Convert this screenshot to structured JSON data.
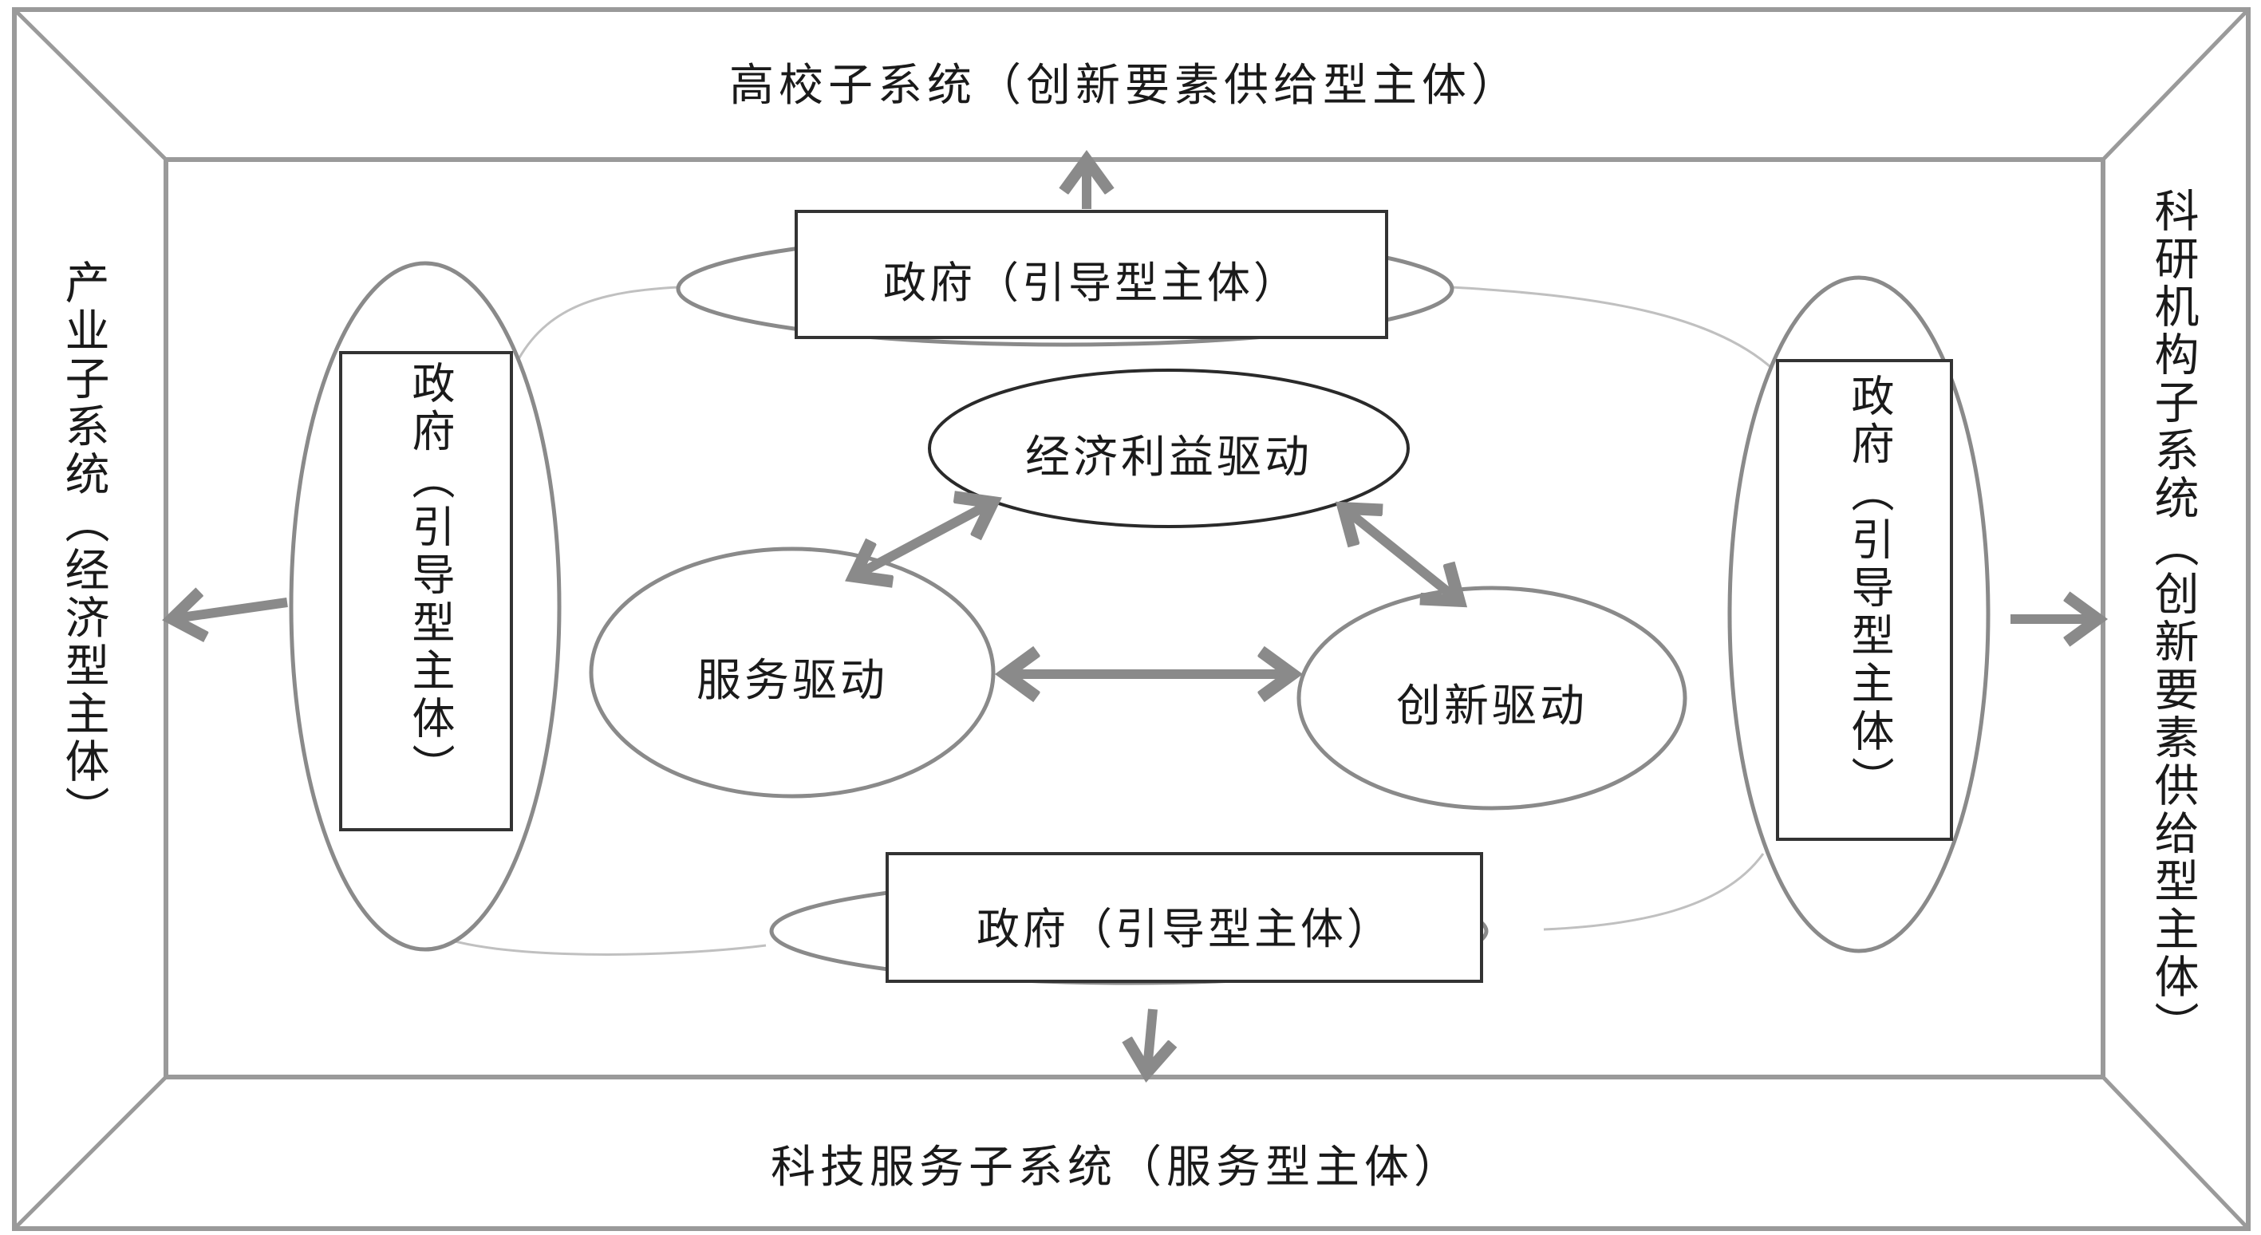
{
  "colors": {
    "frame": "#9a9a9a",
    "arrow": "#8a8a8a",
    "box": "#333333",
    "thin_line": "#b8b8b8",
    "text": "#1a1a1a"
  },
  "subsystems": {
    "top": "高校子系统（创新要素供给型主体）",
    "left": "产业子系统（经济型主体）",
    "right": "科研机构子系统（创新要素供给型主体）",
    "bottom": "科技服务子系统（服务型主体）"
  },
  "government": {
    "top": "政府（引导型主体）",
    "left": "政府（引导型主体）",
    "right": "政府（引导型主体）",
    "bottom": "政府（引导型主体）"
  },
  "drivers": {
    "economic": "经济利益驱动",
    "service": "服务驱动",
    "innovation": "创新驱动"
  }
}
